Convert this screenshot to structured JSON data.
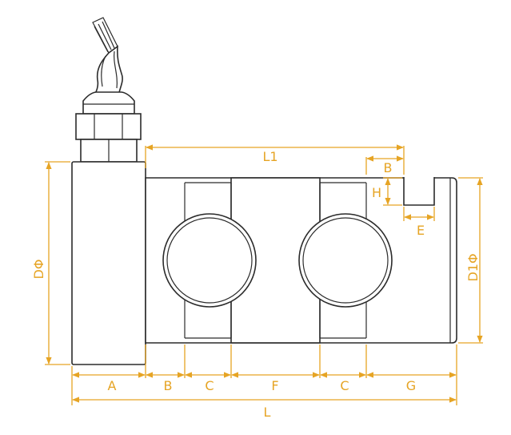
{
  "colors": {
    "dimension": "#e6a424",
    "outline": "#2b2b2b",
    "background": "#ffffff"
  },
  "labels": {
    "L1": "L1",
    "B_top": "B",
    "H": "H",
    "E": "E",
    "D": "DΦ",
    "D1": "D1Φ",
    "A": "A",
    "B_bottom": "B",
    "C_left": "C",
    "F": "F",
    "C_right": "C",
    "G": "G",
    "L": "L"
  }
}
